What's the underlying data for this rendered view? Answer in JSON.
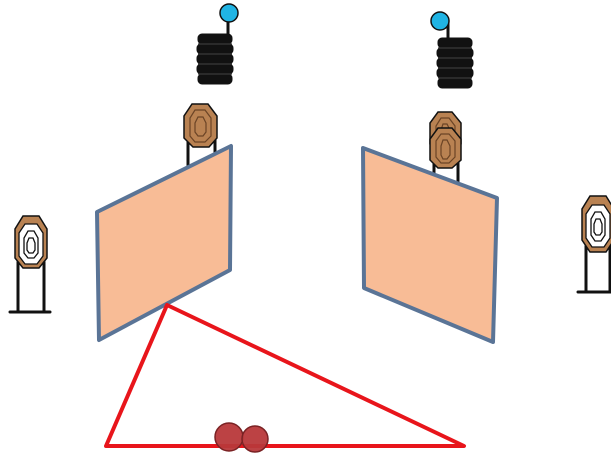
{
  "scene": {
    "colors": {
      "background": "#ffffff",
      "panel_fill": "#f8bc96",
      "panel_edge": "#5a7496",
      "target_tan": "#b98252",
      "target_dark": "#6b4426",
      "target_white": "#ffffff",
      "target_outline": "#111111",
      "stand_line": "#111111",
      "barrel": "#111111",
      "popper_ball": "#20b4e4",
      "fault_line": "#e8151b",
      "shooting_box_marker": "#b8383a"
    },
    "elements": [
      {
        "kind": "steel-popper",
        "label": "left-popper"
      },
      {
        "kind": "steel-popper",
        "label": "right-popper"
      },
      {
        "kind": "paper-target",
        "label": "left-center-paper-target",
        "style": "tan"
      },
      {
        "kind": "paper-target",
        "label": "right-center-paper-targets",
        "style": "tan",
        "count": 2
      },
      {
        "kind": "paper-target",
        "label": "left-edge-no-shoot-target",
        "style": "white-center"
      },
      {
        "kind": "paper-target",
        "label": "right-edge-no-shoot-target",
        "style": "white-center"
      },
      {
        "kind": "vision-barrier",
        "label": "left-wall"
      },
      {
        "kind": "vision-barrier",
        "label": "right-wall"
      },
      {
        "kind": "fault-line",
        "label": "shooting-area-triangle"
      },
      {
        "kind": "start-position",
        "label": "start-marker",
        "count": 2
      }
    ]
  }
}
